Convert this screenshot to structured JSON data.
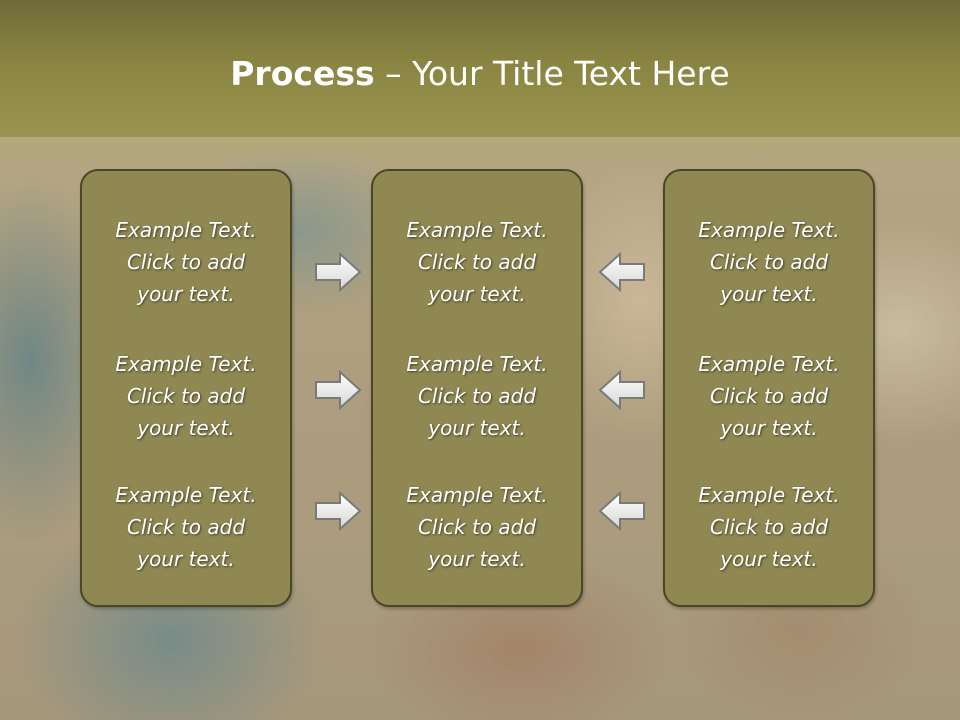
{
  "title": {
    "bold": "Process",
    "rest": " – Your Title Text Here"
  },
  "columns": [
    {
      "items": [
        [
          "Example Text.",
          "Click  to add",
          "your text."
        ],
        [
          "Example Text.",
          "Click  to add",
          "your text."
        ],
        [
          "Example Text.",
          "Click  to add",
          "your text."
        ]
      ]
    },
    {
      "items": [
        [
          "Example Text.",
          "Click  to add",
          "your text."
        ],
        [
          "Example Text.",
          "Click  to add",
          "your text."
        ],
        [
          "Example Text.",
          "Click  to add",
          "your text."
        ]
      ]
    },
    {
      "items": [
        [
          "Example Text.",
          "Click  to add",
          "your text."
        ],
        [
          "Example Text.",
          "Click  to add",
          "your text."
        ],
        [
          "Example Text.",
          "Click  to add",
          "your text."
        ]
      ]
    }
  ],
  "arrows": {
    "left_to_center": "arrow-right-icon",
    "right_to_center": "arrow-left-icon"
  },
  "colors": {
    "title_band": "#8a8442",
    "box_fill": "#8f8853",
    "box_border": "#4a4626",
    "text": "#ffffff"
  }
}
